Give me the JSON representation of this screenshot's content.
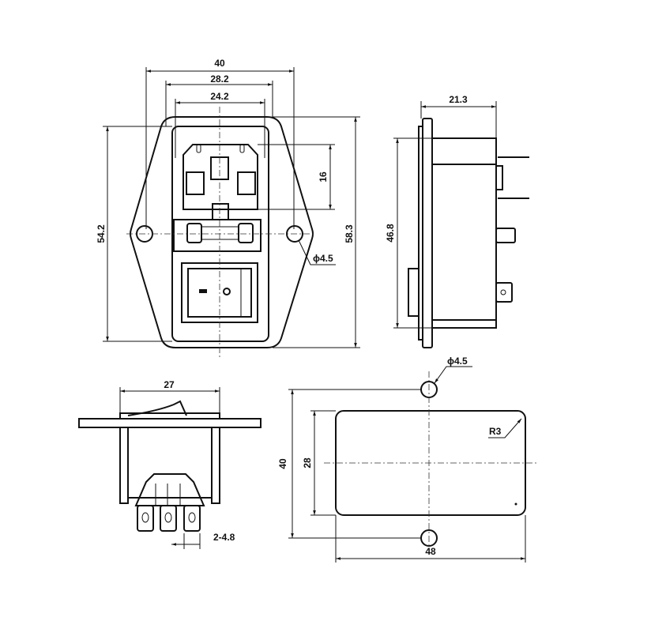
{
  "front_view": {
    "dim_overall_width": "40",
    "dim_inner_width": "28.2",
    "dim_socket_width": "24.2",
    "dim_socket_height": "16",
    "dim_inner_height": "54.2",
    "dim_overall_height": "58.3",
    "dim_hole_diameter": "ϕ4.5"
  },
  "side_view": {
    "dim_depth": "21.3",
    "dim_body_height": "46.8"
  },
  "bottom_view": {
    "dim_body_width": "27",
    "dim_terminal_width": "2-4.8"
  },
  "panel_cutout": {
    "dim_hole_diameter": "ϕ4.5",
    "dim_corner_radius": "R3",
    "dim_hole_spacing": "40",
    "dim_cutout_height": "28",
    "dim_cutout_width": "48"
  }
}
